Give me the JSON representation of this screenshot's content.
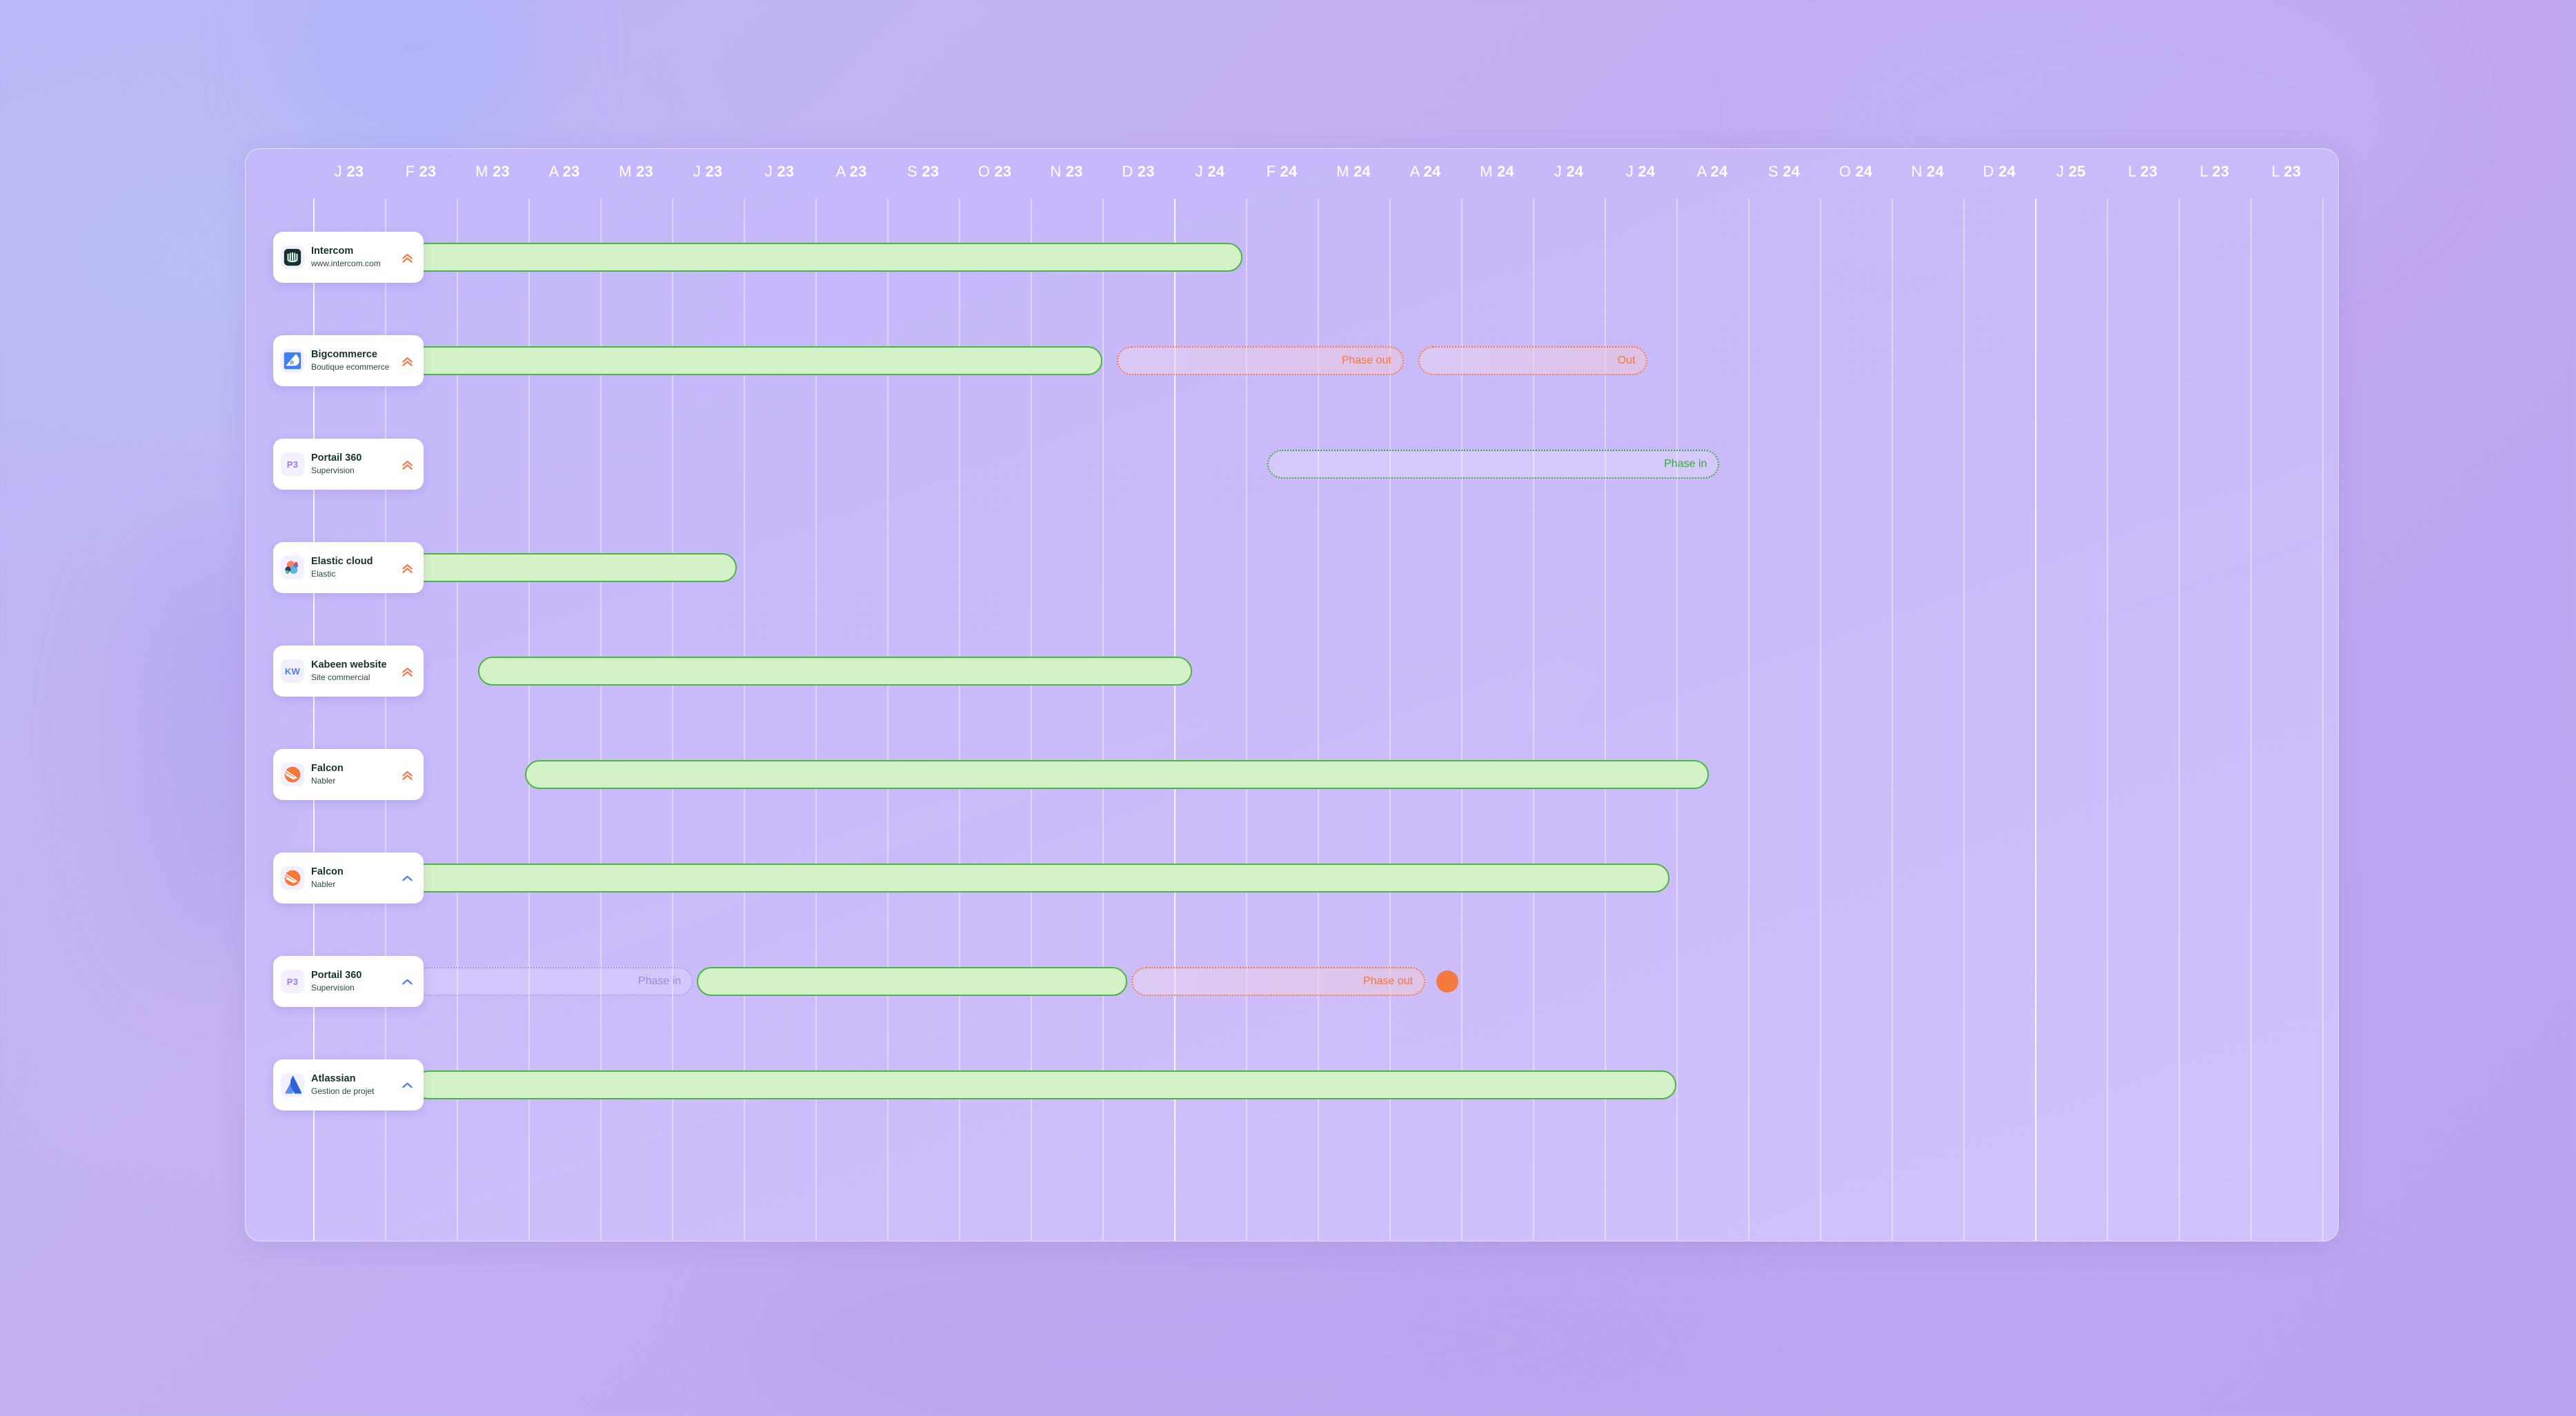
{
  "timeline": {
    "axis_labels": [
      {
        "m": "J",
        "y": "23"
      },
      {
        "m": "F",
        "y": "23"
      },
      {
        "m": "M",
        "y": "23"
      },
      {
        "m": "A",
        "y": "23"
      },
      {
        "m": "M",
        "y": "23"
      },
      {
        "m": "J",
        "y": "23"
      },
      {
        "m": "J",
        "y": "23"
      },
      {
        "m": "A",
        "y": "23"
      },
      {
        "m": "S",
        "y": "23"
      },
      {
        "m": "O",
        "y": "23"
      },
      {
        "m": "N",
        "y": "23"
      },
      {
        "m": "D",
        "y": "23"
      },
      {
        "m": "J",
        "y": "24"
      },
      {
        "m": "F",
        "y": "24"
      },
      {
        "m": "M",
        "y": "24"
      },
      {
        "m": "A",
        "y": "24"
      },
      {
        "m": "M",
        "y": "24"
      },
      {
        "m": "J",
        "y": "24"
      },
      {
        "m": "J",
        "y": "24"
      },
      {
        "m": "A",
        "y": "24"
      },
      {
        "m": "S",
        "y": "24"
      },
      {
        "m": "O",
        "y": "24"
      },
      {
        "m": "N",
        "y": "24"
      },
      {
        "m": "D",
        "y": "24"
      },
      {
        "m": "J",
        "y": "25"
      },
      {
        "m": "L",
        "y": "23"
      },
      {
        "m": "L",
        "y": "23"
      },
      {
        "m": "L",
        "y": "23"
      }
    ],
    "colors": {
      "active_fill": "#d3f2c8",
      "active_border": "#4bb543",
      "phase_out": "#f4783c",
      "phase_in_green": "#35a93f",
      "phase_in_muted": "#9a8ce0",
      "marker": "#f47b3f",
      "chevron_orange": "#f47b4a",
      "chevron_blue": "#4a7ef0",
      "panel_bg": "#c8b8fa",
      "page_bg": "#bcb0f4"
    }
  },
  "rows": [
    {
      "id": "intercom",
      "title": "Intercom",
      "subtitle": "www.intercom.com",
      "logo": "intercom-logo",
      "chevron": "double-chevron-up-icon",
      "chevron_color": "orange",
      "bars": [
        {
          "type": "active",
          "label": "",
          "start_col": 0.0,
          "end_col": 12.95
        }
      ],
      "marker": null
    },
    {
      "id": "bigcommerce",
      "title": "Bigcommerce",
      "subtitle": "Boutique ecommerce",
      "logo": "bigcommerce-logo",
      "chevron": "double-chevron-up-icon",
      "chevron_color": "orange",
      "bars": [
        {
          "type": "active",
          "label": "",
          "start_col": 0.0,
          "end_col": 11.0
        },
        {
          "type": "phase-out",
          "label": "Phase out",
          "start_col": 11.2,
          "end_col": 15.2
        },
        {
          "type": "phase-out",
          "label": "Out",
          "start_col": 15.4,
          "end_col": 18.6
        }
      ],
      "marker": null
    },
    {
      "id": "portail-360-a",
      "title": "Portail 360",
      "subtitle": "Supervision",
      "logo": "P3",
      "chevron": "double-chevron-up-icon",
      "chevron_color": "orange",
      "bars": [
        {
          "type": "phase-in-green",
          "label": "Phase in",
          "start_col": 13.3,
          "end_col": 19.6
        }
      ],
      "marker": null
    },
    {
      "id": "elastic-cloud",
      "title": "Elastic cloud",
      "subtitle": "Elastic",
      "logo": "elastic-logo",
      "chevron": "double-chevron-up-icon",
      "chevron_color": "orange",
      "bars": [
        {
          "type": "active",
          "label": "",
          "start_col": 0.0,
          "end_col": 5.9
        }
      ],
      "marker": null
    },
    {
      "id": "kabeen-website",
      "title": "Kabeen website",
      "subtitle": "Site commercial",
      "logo": "KW",
      "chevron": "double-chevron-up-icon",
      "chevron_color": "orange",
      "bars": [
        {
          "type": "active",
          "label": "",
          "start_col": 2.3,
          "end_col": 12.25
        }
      ],
      "marker": null
    },
    {
      "id": "falcon-a",
      "title": "Falcon",
      "subtitle": "Nabler",
      "logo": "falcon-logo",
      "chevron": "double-chevron-up-icon",
      "chevron_color": "orange",
      "bars": [
        {
          "type": "active",
          "label": "",
          "start_col": 2.95,
          "end_col": 19.45
        }
      ],
      "marker": null
    },
    {
      "id": "falcon-b",
      "title": "Falcon",
      "subtitle": "Nabler",
      "logo": "falcon-logo",
      "chevron": "chevron-up-icon",
      "chevron_color": "blue",
      "bars": [
        {
          "type": "active",
          "label": "",
          "start_col": 1.35,
          "end_col": 18.9
        }
      ],
      "marker": null
    },
    {
      "id": "portail-360-b",
      "title": "Portail 360",
      "subtitle": "Supervision",
      "logo": "P3",
      "chevron": "chevron-up-icon",
      "chevron_color": "blue",
      "bars": [
        {
          "type": "phase-in-muted",
          "label": "Phase in",
          "start_col": 1.4,
          "end_col": 5.3
        },
        {
          "type": "active",
          "label": "",
          "start_col": 5.35,
          "end_col": 11.35
        },
        {
          "type": "phase-out",
          "label": "Phase out",
          "start_col": 11.4,
          "end_col": 15.5
        }
      ],
      "marker": {
        "col": 15.65
      }
    },
    {
      "id": "atlassian",
      "title": "Atlassian",
      "subtitle": "Gestion de projet",
      "logo": "atlassian-logo",
      "chevron": "chevron-up-icon",
      "chevron_color": "blue",
      "bars": [
        {
          "type": "active",
          "label": "",
          "start_col": 1.4,
          "end_col": 19.0
        }
      ],
      "marker": null
    }
  ]
}
